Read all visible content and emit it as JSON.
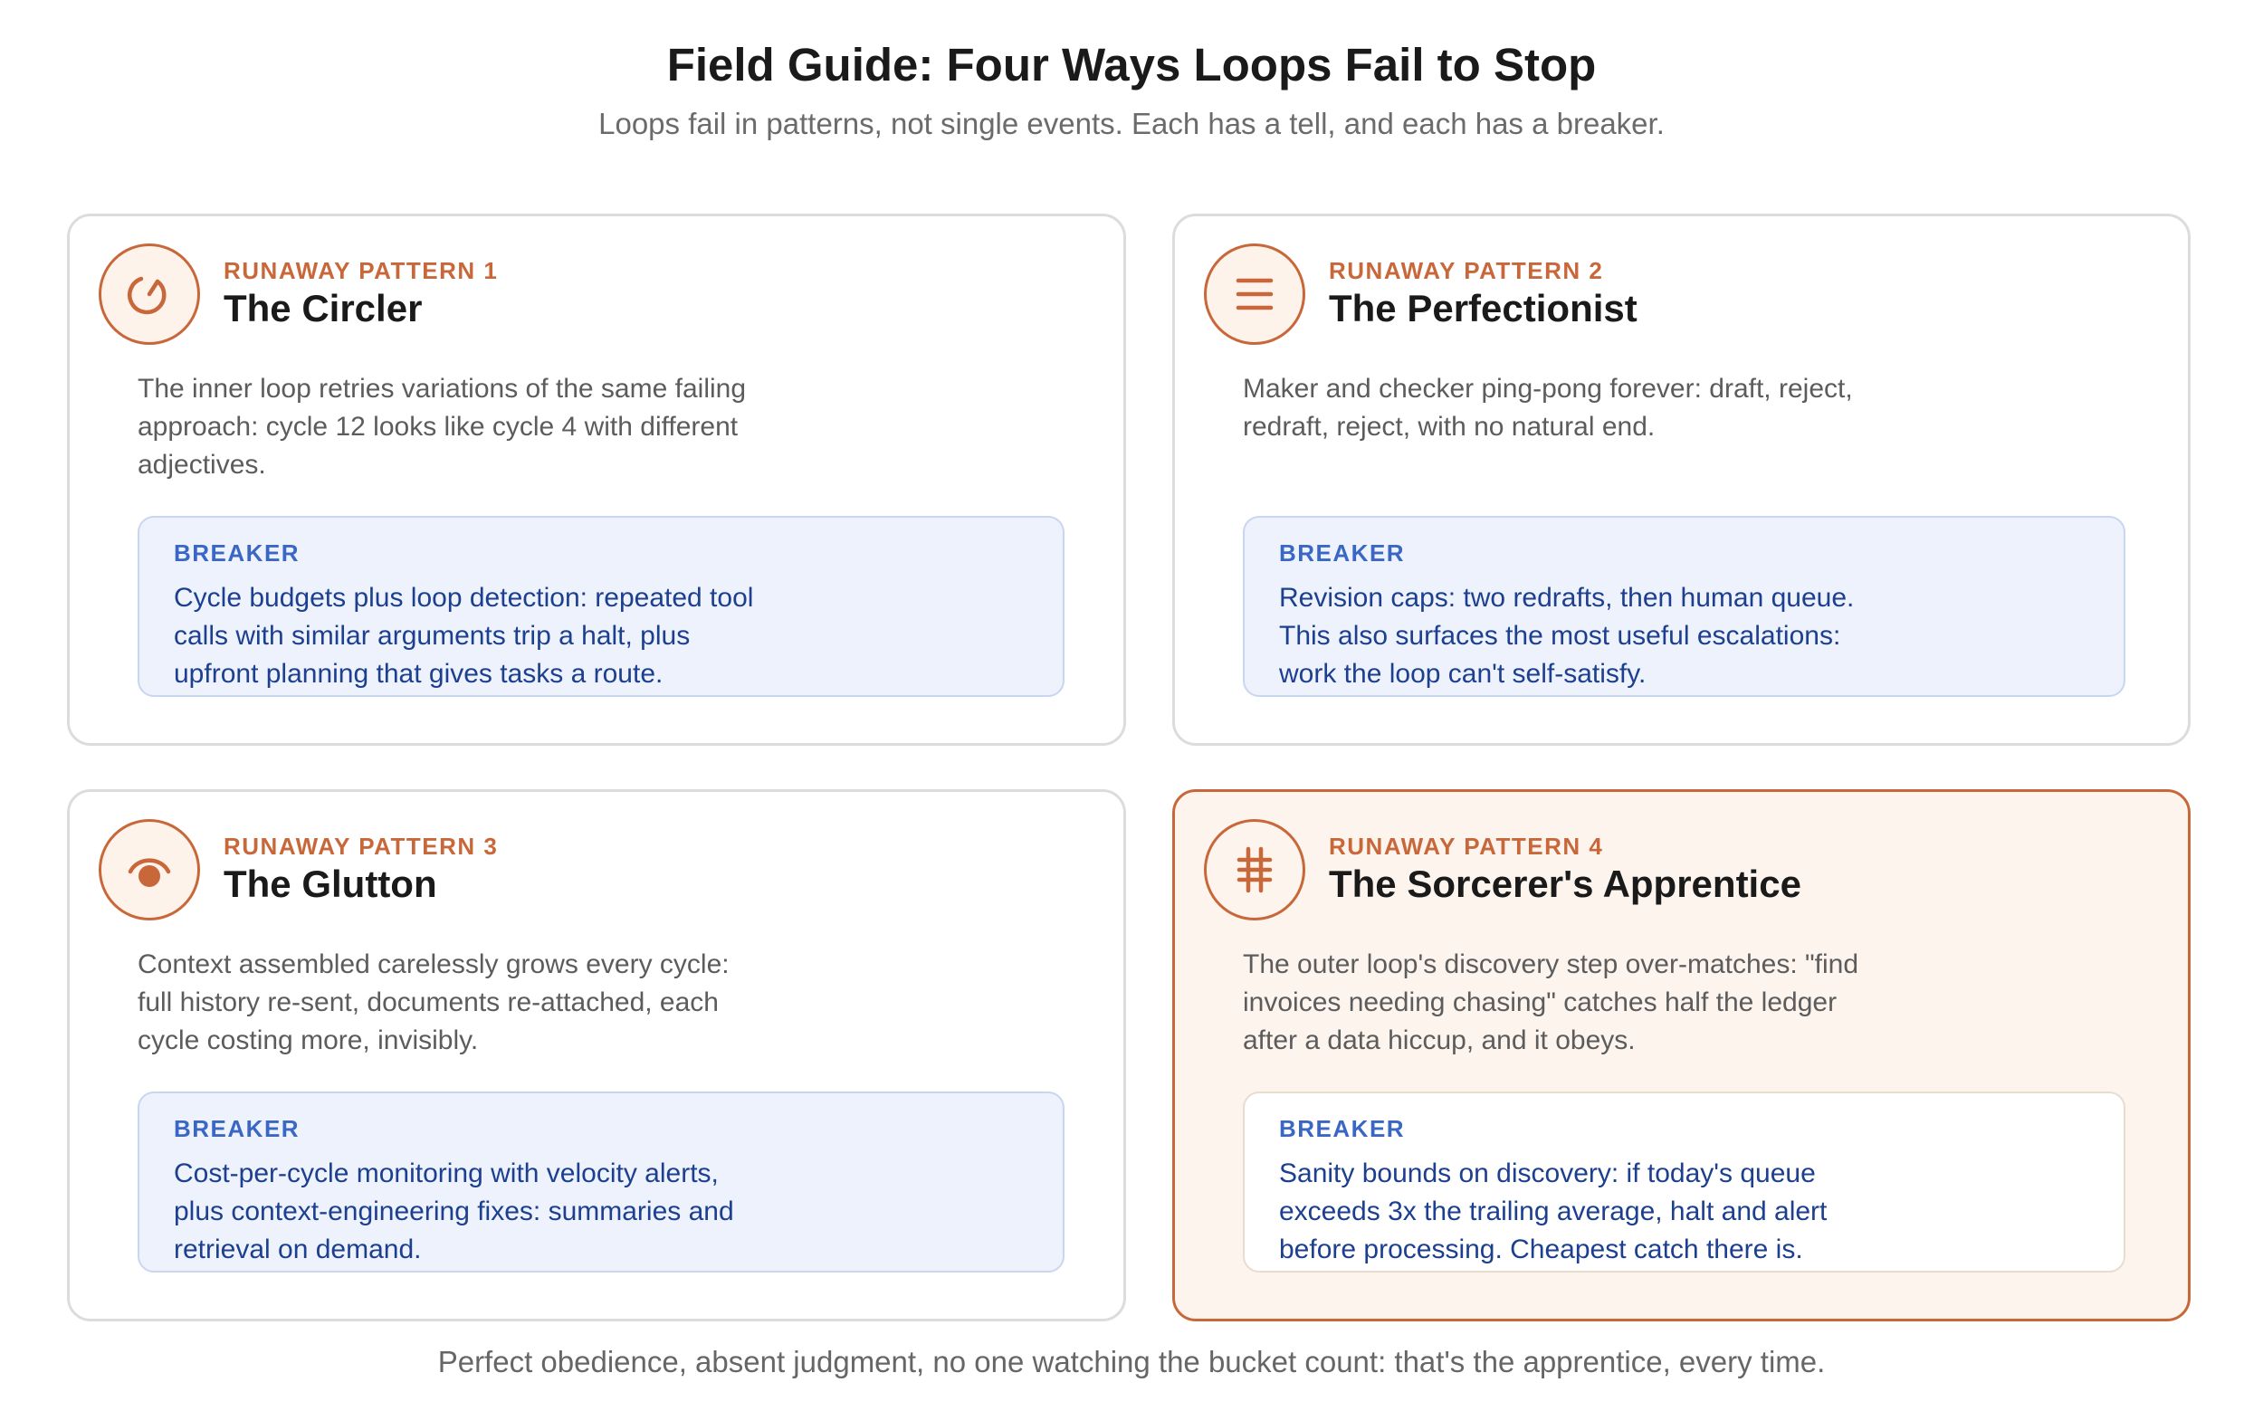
{
  "header": {
    "title": "Field Guide: Four Ways Loops Fail to Stop",
    "subtitle": "Loops fail in patterns, not single events. Each has a tell, and each has a breaker."
  },
  "colors": {
    "accent": "#c8683a",
    "breaker_label": "#3a67c4",
    "breaker_text": "#1d3f8f",
    "breaker_bg": "#edf2fc",
    "highlight_bg": "#fcf4ed"
  },
  "cards": [
    {
      "kicker": "RUNAWAY PATTERN 1",
      "title": "The Circler",
      "icon": "circular-arrow-icon",
      "description": "The inner loop retries variations of the same failing approach: cycle 12 looks like cycle 4 with different adjectives.",
      "breaker_label": "BREAKER",
      "breaker_text": "Cycle budgets plus loop detection: repeated tool calls with similar arguments trip a halt, plus upfront planning that gives tasks a route."
    },
    {
      "kicker": "RUNAWAY PATTERN 2",
      "title": "The Perfectionist",
      "icon": "lines-icon",
      "description": "Maker and checker ping-pong forever: draft, reject, redraft, reject, with no natural end.",
      "breaker_label": "BREAKER",
      "breaker_text": "Revision caps: two redrafts, then human queue. This also surfaces the most useful escalations: work the loop can't self-satisfy."
    },
    {
      "kicker": "RUNAWAY PATTERN 3",
      "title": "The Glutton",
      "icon": "mouth-icon",
      "description": "Context assembled carelessly grows every cycle: full history re-sent, documents re-attached, each cycle costing more, invisibly.",
      "breaker_label": "BREAKER",
      "breaker_text": "Cost-per-cycle monitoring with velocity alerts, plus context-engineering fixes: summaries and retrieval on demand."
    },
    {
      "kicker": "RUNAWAY PATTERN 4",
      "title": "The Sorcerer's Apprentice",
      "icon": "broom-icon",
      "description": "The outer loop's discovery step over-matches: \"find invoices needing chasing\" catches half the ledger after a data hiccup, and it obeys.",
      "breaker_label": "BREAKER",
      "breaker_text": "Sanity bounds on discovery: if today's queue exceeds 3x the trailing average, halt and alert before processing. Cheapest catch there is.",
      "highlighted": true
    }
  ],
  "footer": "Perfect obedience, absent judgment, no one watching the bucket count: that's the apprentice, every time."
}
